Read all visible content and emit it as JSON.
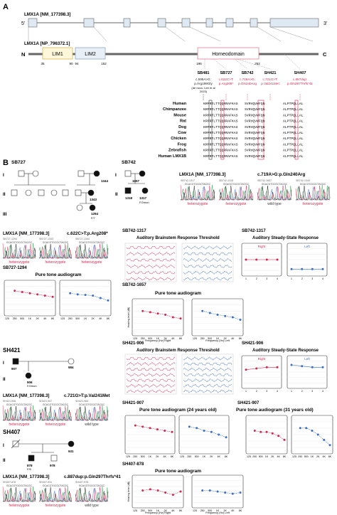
{
  "panel_labels": {
    "a": "A",
    "b": "B"
  },
  "gene": {
    "transcript": "LMX1A [NM_177398.3]",
    "protein": "LMX1A [NP_796372.1]",
    "five_prime": "5'",
    "three_prime": "3'",
    "n_term": "N",
    "c_term": "C"
  },
  "domains": {
    "lim1": {
      "label": "LIM1",
      "start": "35",
      "end": "90"
    },
    "lim2": {
      "label": "LIM2",
      "start": "94",
      "end": "152"
    },
    "homeo": {
      "label": "Homeodomain",
      "start": "196",
      "end": "252"
    }
  },
  "variants": [
    {
      "family": "SB481",
      "c": "c.595A>G:",
      "p": "p.Arg199Gly",
      "note1": "(de novo, Lee et al",
      "note2": "2023)",
      "color": "#222222"
    },
    {
      "family": "SB727",
      "c": "c.622C>T:",
      "p": "p.Arg208*",
      "color": "#d0284f"
    },
    {
      "family": "SB742",
      "c": "c.719A>G:",
      "p": "p.Gln240Arg",
      "color": "#d0284f"
    },
    {
      "family": "SH421",
      "c": "c.721G>T:",
      "p": "p.Val241Met",
      "color": "#d0284f"
    },
    {
      "family": "SH407",
      "c": "c.887dup:",
      "p": "p.Gln297Thrfs*41",
      "color": "#d0284f"
    }
  ],
  "alignment": {
    "species": [
      "Human",
      "Chimpanzee",
      "Mouse",
      "Rat",
      "Dog",
      "Cow",
      "Chicken",
      "Frog",
      "Zebrafish",
      "Human LMX1B"
    ],
    "blocks": [
      {
        "name": "block-1",
        "seq": "KRPRTLTTQQRRAFKAS"
      },
      {
        "name": "block-2",
        "seq": "SVRVQVWFQN"
      },
      {
        "name": "block-3",
        "seq": "ALPTPQLLAL"
      }
    ]
  },
  "families": {
    "sb727": {
      "title": "SB727",
      "gen": [
        "I",
        "II",
        "III"
      ],
      "ids": [
        "1344",
        "1343",
        "1294"
      ],
      "subs": [
        "F/51",
        "F/7"
      ]
    },
    "sb742": {
      "title": "SB742",
      "gen": [
        "I",
        "II"
      ],
      "ids": [
        "1657",
        "1318",
        "1317"
      ],
      "subs": [
        "F/2mon"
      ]
    },
    "sh421": {
      "title": "SH421",
      "gen": [
        "I",
        "II"
      ],
      "ids": [
        "907",
        "984",
        "906"
      ],
      "subs": [
        "F/2mon"
      ]
    },
    "sh407": {
      "title": "SH407",
      "gen": [
        "I",
        "II"
      ],
      "ids": [
        "931",
        "878",
        "978"
      ],
      "subs": [
        "F/5"
      ]
    }
  },
  "sanger": {
    "sb742": {
      "title": "LMX1A [NM_177398.3]",
      "variant": "c.719A>G:p.Gln240Arg",
      "labels": [
        "heterozygote",
        "heterozygote",
        "wild type",
        "heterozygote"
      ],
      "samples": [
        "SB742-1317",
        "SB742-1318",
        "SB742-1657",
        "SB742-1344"
      ]
    },
    "sb727": {
      "title": "LMX1A [NM_177398.3]",
      "variant": "c.622C>T:p.Arg208*",
      "labels": [
        "heterozygote",
        "heterozygote",
        "heterozygote"
      ],
      "samples": [
        "SB727-1294",
        "SB727-1343",
        "SB727-1344"
      ]
    },
    "sh421": {
      "title": "LMX1A [NM_177398.3]",
      "variant": "c.721G>T:p.Val241Met",
      "labels": [
        "heterozygote",
        "heterozygote",
        "wild type"
      ],
      "samples": [
        "SH421-906",
        "SH421-907",
        "SH421-984"
      ]
    },
    "sh407": {
      "title": "LMX1A [NM_177398.3]",
      "variant": "c.887dup:p.Gln297Thrfs*41",
      "labels": [
        "heterozygote",
        "heterozygote",
        "wild type"
      ],
      "samples": [
        "SH407-878",
        "SH407-931",
        "SH407-978"
      ]
    }
  },
  "panel_titles": {
    "sb727_pta": "Pure tone audiogram",
    "sb727_pta_id": "SB727-1294",
    "sb742_abr": "Auditory Brainstem Response Threshold",
    "sb742_abr_id": "SB742-1317",
    "sb742_assr": "Auditory Steady-State Response",
    "sb742_assr_id": "SB742-1317",
    "sb742_pta": "Pure tone audiogram",
    "sb742_pta_id": "SB742-1657",
    "sh421_abr": "Auditory Brainstem Response Threshold",
    "sh421_abr_id": "SH421-906",
    "sh421_assr": "Auditory Steady-State Response",
    "sh421_assr_id": "SH421-906",
    "sh421_pta24": "Pure tone audiogram (24 years old)",
    "sh421_pta24_id": "SH421-907",
    "sh421_pta31": "Pure tone audiogram (31 years old)",
    "sh421_pta31_id": "SH421-907",
    "sh407_pta": "Pure tone audiogram",
    "sh407_pta_id": "SH407-878",
    "right": "Right",
    "left": "Left",
    "freq_r": "Frequency (Hz) Right",
    "freq_l": "Frequency (Hz) Left",
    "hearing_level": "Hearing level (dB)"
  },
  "chart_data": [
    {
      "type": "line",
      "name": "sb727-right",
      "color": "#d0284f",
      "x": [
        250,
        500,
        1000,
        2000,
        4000,
        8000
      ],
      "values": [
        25,
        30,
        35,
        40,
        45,
        50
      ],
      "ylim": [
        -10,
        120
      ]
    },
    {
      "type": "line",
      "name": "sb727-left",
      "color": "#3b6fc4",
      "x": [
        250,
        500,
        1000,
        2000,
        4000,
        8000
      ],
      "values": [
        35,
        40,
        42,
        45,
        55,
        65
      ],
      "ylim": [
        -10,
        120
      ]
    },
    {
      "type": "line",
      "name": "sb742-pta-right",
      "color": "#d0284f",
      "x": [
        250,
        500,
        1000,
        2000,
        4000,
        8000
      ],
      "values": [
        30,
        35,
        40,
        45,
        55,
        60
      ],
      "ylim": [
        -10,
        120
      ]
    },
    {
      "type": "line",
      "name": "sb742-pta-left",
      "color": "#3b6fc4",
      "x": [
        250,
        500,
        1000,
        2000,
        4000,
        8000
      ],
      "values": [
        30,
        38,
        45,
        50,
        55,
        65
      ],
      "ylim": [
        -10,
        120
      ]
    },
    {
      "type": "line",
      "name": "sb742-assr-right",
      "color": "#d0284f",
      "x": [
        500,
        1000,
        2000,
        4000
      ],
      "values": [
        60,
        60,
        60,
        60
      ],
      "ylim": [
        0,
        120
      ]
    },
    {
      "type": "line",
      "name": "sb742-assr-left",
      "color": "#3b6fc4",
      "x": [
        500,
        1000,
        2000,
        4000
      ],
      "values": [
        100,
        100,
        100,
        100
      ],
      "ylim": [
        0,
        120
      ]
    },
    {
      "type": "line",
      "name": "sh421-assr-right",
      "color": "#d0284f",
      "x": [
        500,
        1000,
        2000,
        4000
      ],
      "values": [
        50,
        45,
        40,
        40
      ],
      "ylim": [
        0,
        120
      ]
    },
    {
      "type": "line",
      "name": "sh421-assr-left",
      "color": "#3b6fc4",
      "x": [
        500,
        1000,
        2000,
        4000
      ],
      "values": [
        30,
        35,
        40,
        40
      ],
      "ylim": [
        0,
        120
      ]
    },
    {
      "type": "line",
      "name": "sh421-pta24-right",
      "color": "#d0284f",
      "x": [
        250,
        500,
        1000,
        2000,
        4000,
        8000
      ],
      "values": [
        20,
        25,
        30,
        35,
        40,
        45
      ],
      "ylim": [
        -10,
        120
      ]
    },
    {
      "type": "line",
      "name": "sh421-pta24-left",
      "color": "#3b6fc4",
      "x": [
        250,
        500,
        1000,
        2000,
        4000,
        8000
      ],
      "values": [
        25,
        30,
        40,
        45,
        55,
        65
      ],
      "ylim": [
        -10,
        120
      ]
    },
    {
      "type": "line",
      "name": "sh421-pta31-right",
      "color": "#d0284f",
      "x": [
        250,
        500,
        1000,
        2000,
        4000,
        8000
      ],
      "values": [
        40,
        45,
        45,
        50,
        60,
        75
      ],
      "ylim": [
        -10,
        120
      ]
    },
    {
      "type": "line",
      "name": "sh421-pta31-left",
      "color": "#3b6fc4",
      "x": [
        250,
        500,
        1000,
        2000,
        4000,
        8000
      ],
      "values": [
        30,
        30,
        40,
        55,
        75,
        95
      ],
      "ylim": [
        -10,
        120
      ]
    },
    {
      "type": "line",
      "name": "sh407-right",
      "color": "#d0284f",
      "x": [
        250,
        500,
        1000,
        2000,
        4000,
        8000
      ],
      "values": [
        50,
        45,
        50,
        60,
        70,
        55
      ],
      "ylim": [
        -10,
        120
      ]
    },
    {
      "type": "line",
      "name": "sh407-left",
      "color": "#3b6fc4",
      "x": [
        250,
        500,
        1000,
        2000,
        4000,
        8000
      ],
      "values": [
        50,
        50,
        55,
        60,
        65,
        60
      ],
      "ylim": [
        -10,
        120
      ]
    }
  ]
}
